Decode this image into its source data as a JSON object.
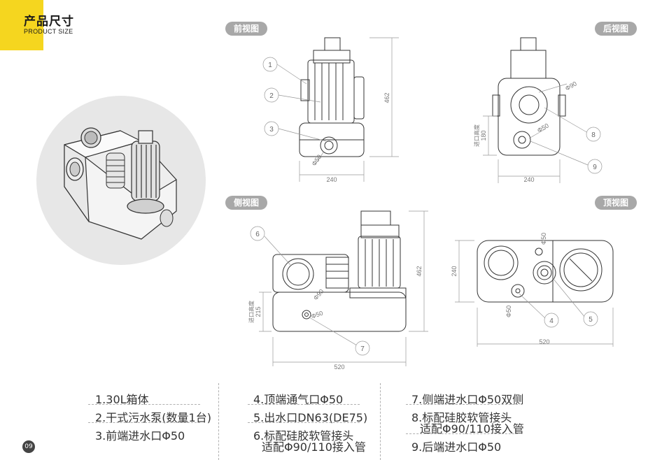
{
  "header": {
    "title": "产品尺寸",
    "subtitle": "PRODUCT SIZE"
  },
  "views": {
    "front": "前视图",
    "back": "后视图",
    "side": "侧视图",
    "top": "顶视图"
  },
  "dims": {
    "front_h": "462",
    "front_w": "240",
    "front_d": "Φ50",
    "back_w": "240",
    "back_h": "180",
    "back_inlet": "进口高度",
    "back_d90": "Φ90",
    "back_d50": "Φ50",
    "side_h": "462",
    "side_h2": "215",
    "side_inlet": "进口高度",
    "side_w": "520",
    "side_d90": "Φ90",
    "side_d50": "Φ50",
    "top_h": "240",
    "top_w": "520",
    "top_d50a": "Φ50",
    "top_d50b": "Φ50"
  },
  "callouts": [
    "1",
    "2",
    "3",
    "4",
    "5",
    "6",
    "7",
    "8",
    "9"
  ],
  "legend": {
    "col1": [
      "1.30L箱体",
      "2.干式污水泵(数量1台)",
      "3.前端进水口Φ50"
    ],
    "col2": [
      "4.顶端通气口Φ50",
      "5.出水口DN63(DE75)",
      "6.标配硅胶软管接头",
      "适配Φ90/110接入管"
    ],
    "col3": [
      "7.侧端进水口Φ50双侧",
      "8.标配硅胶软管接头",
      "适配Φ90/110接入管",
      "9.后端进水口Φ50"
    ]
  },
  "page_number": "09"
}
